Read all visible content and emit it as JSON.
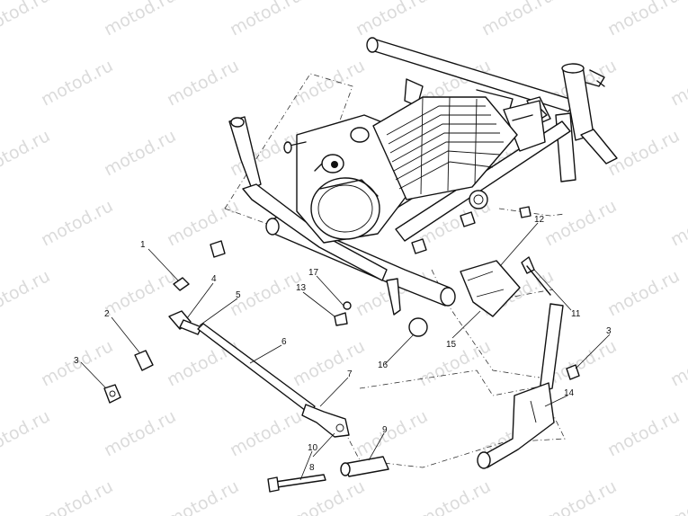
{
  "watermark": {
    "text": "motod.ru"
  },
  "callouts": [
    {
      "id": "c1",
      "text": "1"
    },
    {
      "id": "c2",
      "text": "2"
    },
    {
      "id": "c3a",
      "text": "3"
    },
    {
      "id": "c3b",
      "text": "3"
    },
    {
      "id": "c4",
      "text": "4"
    },
    {
      "id": "c5",
      "text": "5"
    },
    {
      "id": "c6",
      "text": "6"
    },
    {
      "id": "c7",
      "text": "7"
    },
    {
      "id": "c8",
      "text": "8"
    },
    {
      "id": "c9",
      "text": "9"
    },
    {
      "id": "c10",
      "text": "10"
    },
    {
      "id": "c11",
      "text": "11"
    },
    {
      "id": "c12",
      "text": "12"
    },
    {
      "id": "c13",
      "text": "13"
    },
    {
      "id": "c14",
      "text": "14"
    },
    {
      "id": "c15",
      "text": "15"
    },
    {
      "id": "c16",
      "text": "16"
    },
    {
      "id": "c17",
      "text": "17"
    }
  ]
}
